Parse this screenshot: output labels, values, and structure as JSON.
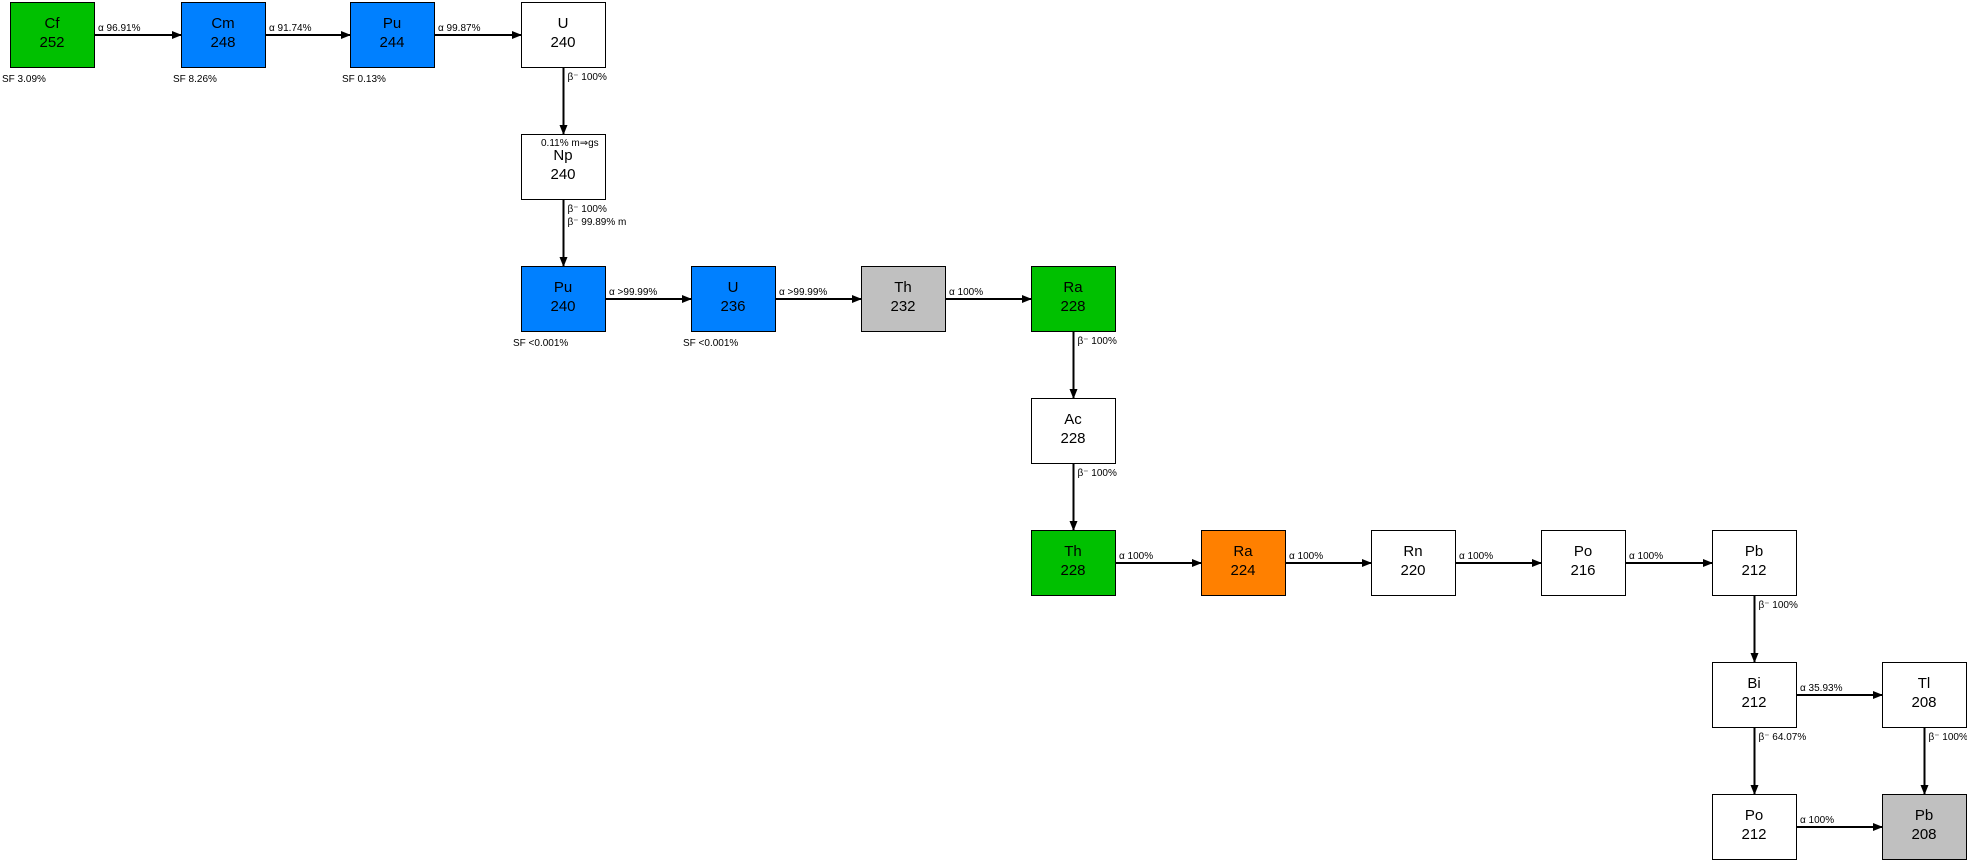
{
  "colors": {
    "green": "#00c000",
    "blue": "#0080ff",
    "gray": "#c0c0c0",
    "orange": "#ff8000",
    "white": "#ffffff",
    "border": "#000000",
    "arrow": "#000000"
  },
  "nodes": [
    {
      "id": "cf252",
      "el": "Cf",
      "mass": "252",
      "color": "green"
    },
    {
      "id": "cm248",
      "el": "Cm",
      "mass": "248",
      "color": "blue"
    },
    {
      "id": "pu244",
      "el": "Pu",
      "mass": "244",
      "color": "blue"
    },
    {
      "id": "u240",
      "el": "U",
      "mass": "240",
      "color": "white"
    },
    {
      "id": "np240",
      "el": "Np",
      "mass": "240",
      "color": "white"
    },
    {
      "id": "pu240",
      "el": "Pu",
      "mass": "240",
      "color": "blue"
    },
    {
      "id": "u236",
      "el": "U",
      "mass": "236",
      "color": "blue"
    },
    {
      "id": "th232",
      "el": "Th",
      "mass": "232",
      "color": "gray"
    },
    {
      "id": "ra228",
      "el": "Ra",
      "mass": "228",
      "color": "green"
    },
    {
      "id": "ac228",
      "el": "Ac",
      "mass": "228",
      "color": "white"
    },
    {
      "id": "th228",
      "el": "Th",
      "mass": "228",
      "color": "green"
    },
    {
      "id": "ra224",
      "el": "Ra",
      "mass": "224",
      "color": "orange"
    },
    {
      "id": "rn220",
      "el": "Rn",
      "mass": "220",
      "color": "white"
    },
    {
      "id": "po216",
      "el": "Po",
      "mass": "216",
      "color": "white"
    },
    {
      "id": "pb212",
      "el": "Pb",
      "mass": "212",
      "color": "white"
    },
    {
      "id": "bi212",
      "el": "Bi",
      "mass": "212",
      "color": "white"
    },
    {
      "id": "tl208",
      "el": "Tl",
      "mass": "208",
      "color": "white"
    },
    {
      "id": "po212",
      "el": "Po",
      "mass": "212",
      "color": "white"
    },
    {
      "id": "pb208",
      "el": "Pb",
      "mass": "208",
      "color": "gray"
    }
  ],
  "arrows": [
    {
      "from": "cf252",
      "to": "cm248",
      "label": "α 96.91%"
    },
    {
      "from": "cm248",
      "to": "pu244",
      "label": "α 91.74%"
    },
    {
      "from": "pu244",
      "to": "u240",
      "label": "α 99.87%"
    },
    {
      "from": "u240",
      "to": "np240",
      "label": "β⁻ 100%"
    },
    {
      "from": "np240",
      "to": "pu240",
      "label": "β⁻ 100%",
      "label2": "β⁻ 99.89% m"
    },
    {
      "from": "pu240",
      "to": "u236",
      "label": "α >99.99%"
    },
    {
      "from": "u236",
      "to": "th232",
      "label": "α >99.99%"
    },
    {
      "from": "th232",
      "to": "ra228",
      "label": "α 100%"
    },
    {
      "from": "ra228",
      "to": "ac228",
      "label": "β⁻ 100%"
    },
    {
      "from": "ac228",
      "to": "th228",
      "label": "β⁻ 100%"
    },
    {
      "from": "th228",
      "to": "ra224",
      "label": "α 100%"
    },
    {
      "from": "ra224",
      "to": "rn220",
      "label": "α 100%"
    },
    {
      "from": "rn220",
      "to": "po216",
      "label": "α 100%"
    },
    {
      "from": "po216",
      "to": "pb212",
      "label": "α 100%"
    },
    {
      "from": "pb212",
      "to": "bi212",
      "label": "β⁻ 100%"
    },
    {
      "from": "bi212",
      "to": "tl208",
      "label": "α 35.93%"
    },
    {
      "from": "bi212",
      "to": "po212",
      "label": "β⁻ 64.07%"
    },
    {
      "from": "tl208",
      "to": "pb208",
      "label": "β⁻ 100%"
    },
    {
      "from": "po212",
      "to": "pb208",
      "label": "α 100%"
    }
  ],
  "notes": [
    {
      "node": "cf252",
      "text": "SF 3.09%"
    },
    {
      "node": "cm248",
      "text": "SF 8.26%"
    },
    {
      "node": "pu244",
      "text": "SF 0.13%"
    },
    {
      "node": "pu240",
      "text": "SF <0.001%"
    },
    {
      "node": "u236",
      "text": "SF <0.001%"
    },
    {
      "node": "np240",
      "text": "0.11% m⇒gs"
    }
  ]
}
